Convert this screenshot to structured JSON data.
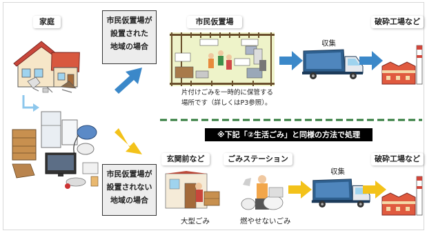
{
  "top_row": {
    "household_label": "家庭",
    "condition_box": {
      "line1": "市民仮置場が",
      "line2": "設置された",
      "line3": "地域の場合"
    },
    "site_label": "市民仮置場",
    "site_caption_line1": "片付けごみを一時的に保管する",
    "site_caption_line2": "場所です（詳しくはP3参照）。",
    "collection_label": "収集",
    "destination_label": "破砕工場など"
  },
  "banner_text": "※下記「②生活ごみ」と同様の方法で処理",
  "bottom_row": {
    "condition_box": {
      "line1": "市民仮置場が",
      "line2": "設置されない",
      "line3": "地域の場合"
    },
    "entrance_label": "玄関前など",
    "station_label": "ごみステーション",
    "collection_label": "収集",
    "destination_label": "破砕工場など",
    "bulky_label": "大型ごみ",
    "nonburnable_label": "燃やせないごみ"
  },
  "colors": {
    "blue_arrow": "#3b88c9",
    "orange_arrow": "#f3c21a",
    "divider_green": "#2f7a3a",
    "site_background": "#eef3c9"
  }
}
